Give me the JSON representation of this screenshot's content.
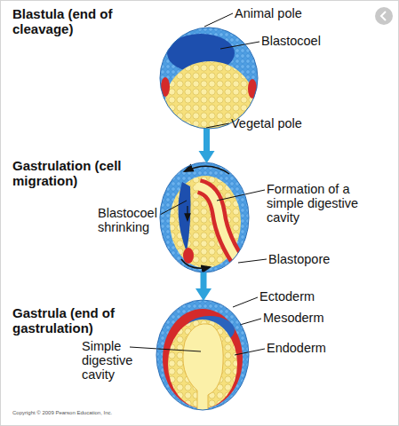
{
  "diagram": {
    "nodes": [
      {
        "text": [
          "Blastula (end of cleavage)"
        ]
      },
      {
        "text": [
          "Gastrulation (cell migration)"
        ]
      },
      {
        "text": [
          "Gastrula (end of gastrulation)"
        ]
      }
    ],
    "edges": [
      {
        "from": 0,
        "to": 1,
        "arrow": "to"
      },
      {
        "from": 1,
        "to": 2,
        "arrow": "to"
      }
    ],
    "labels": [
      "Animal pole",
      "Blastocoel",
      "Vegetal pole",
      "Blastocoel shrinking",
      "Formation of a simple digestive cavity",
      "Blastopore",
      "Ectoderm",
      "Mesoderm",
      "Endoderm",
      "Simple digestive cavity",
      "Copyright © 2009 Pearson Education, Inc."
    ]
  }
}
